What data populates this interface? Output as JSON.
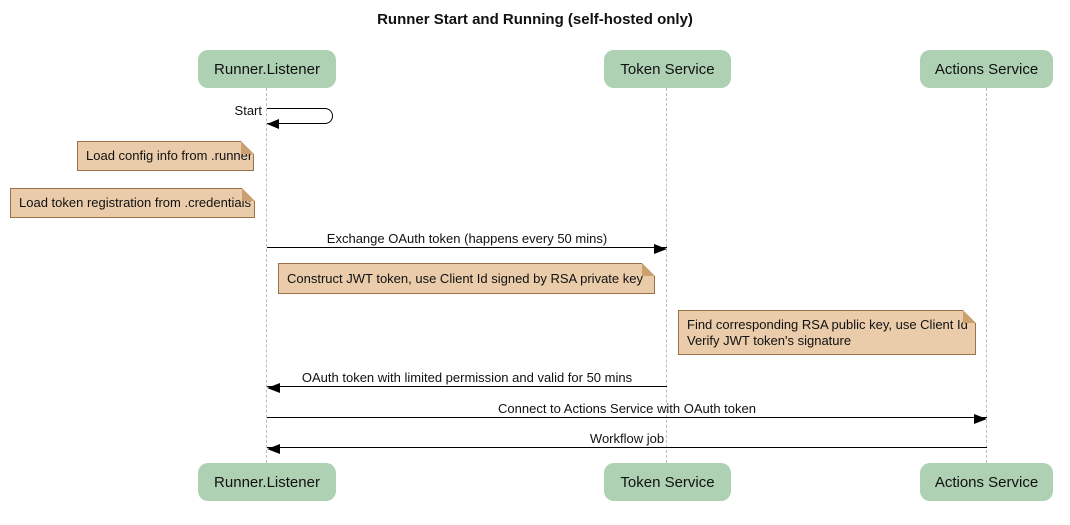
{
  "title": "Runner Start and Running (self-hosted only)",
  "participants": [
    {
      "name": "Runner.Listener"
    },
    {
      "name": "Token Service"
    },
    {
      "name": "Actions Service"
    }
  ],
  "self_message": {
    "label": "Start",
    "on": "Runner.Listener"
  },
  "notes": [
    {
      "text": "Load config info from .runner",
      "over": "left of Runner.Listener"
    },
    {
      "text": "Load token registration from .credentials",
      "over": "left of Runner.Listener"
    },
    {
      "text": "Construct JWT token, use Client Id signed by RSA private key",
      "over": "Runner.Listener to Token Service"
    },
    {
      "text": "Find corresponding RSA public key, use Client Id\nVerify JWT token's signature",
      "over": "Token Service to Actions Service"
    }
  ],
  "messages": [
    {
      "label": "Exchange OAuth token (happens every 50 mins)",
      "from": "Runner.Listener",
      "to": "Token Service",
      "direction": "right"
    },
    {
      "label": "OAuth token with limited permission and valid for 50 mins",
      "from": "Token Service",
      "to": "Runner.Listener",
      "direction": "left"
    },
    {
      "label": "Connect to Actions Service with OAuth token",
      "from": "Runner.Listener",
      "to": "Actions Service",
      "direction": "right"
    },
    {
      "label": "Workflow job",
      "from": "Actions Service",
      "to": "Runner.Listener",
      "direction": "left"
    }
  ],
  "colors": {
    "participant_fill": "#ADD1B2",
    "note_fill": "#EACCAB",
    "note_border": "#9B7247",
    "line": "#000000",
    "lifeline": "#BCBCBC"
  }
}
